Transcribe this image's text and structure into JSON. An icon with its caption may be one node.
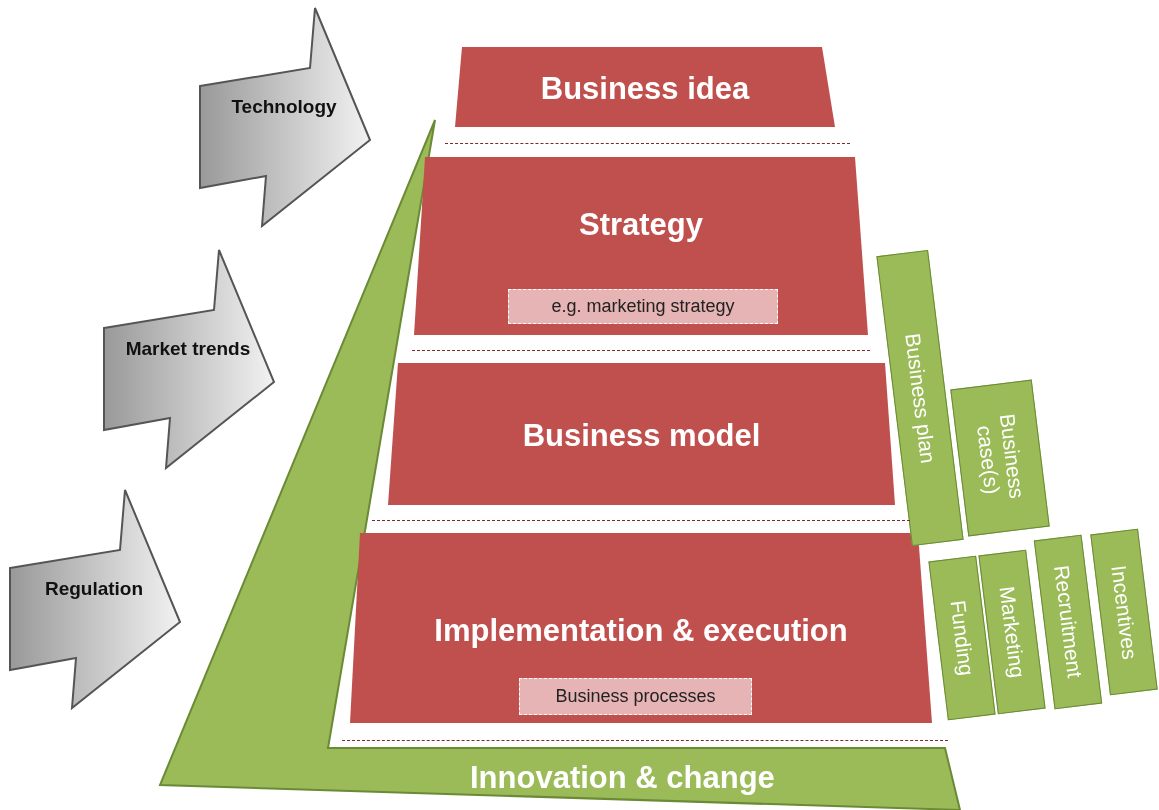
{
  "diagram": {
    "nodes": [
      {
        "text": [
          "Technology"
        ]
      },
      {
        "text": [
          "Business idea"
        ]
      },
      {
        "text": [
          "Strategy"
        ]
      },
      {
        "text": [
          "e.g. marketing strategy"
        ],
        "in": 2
      },
      {
        "text": [
          "Market trends"
        ]
      },
      {
        "text": [
          "Business plan"
        ]
      },
      {
        "text": [
          "Business model"
        ]
      },
      {
        "text": [
          "Business case(s)"
        ]
      },
      {
        "text": [
          "Regulation"
        ]
      },
      {
        "text": [
          "Implementation & execution"
        ]
      },
      {
        "text": [
          "Business processes"
        ],
        "in": 9
      },
      {
        "text": [
          "Funding"
        ]
      },
      {
        "text": [
          "Marketing"
        ]
      },
      {
        "text": [
          "Recruitment"
        ]
      },
      {
        "text": [
          "Incentives"
        ]
      },
      {
        "text": [
          "Innovation & change"
        ]
      }
    ]
  }
}
